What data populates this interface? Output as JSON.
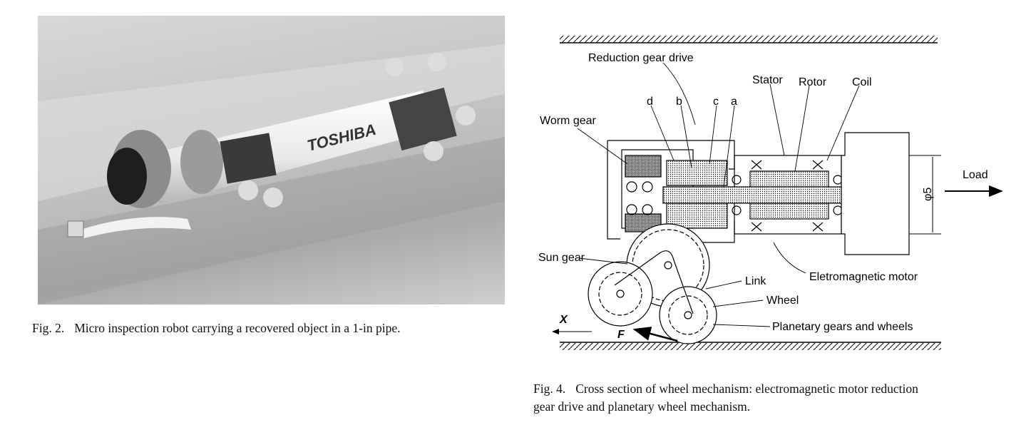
{
  "figure2": {
    "number": "Fig. 2.",
    "caption": "Micro inspection robot carrying a recovered object in a 1-in pipe.",
    "photo_logo_text": "TOSHIBA"
  },
  "figure4": {
    "number": "Fig. 4.",
    "caption_line1": "Cross section of wheel mechanism: electromagnetic motor reduction",
    "caption_line2": "gear drive and planetary wheel mechanism.",
    "labels": {
      "reduction_gear_drive": "Reduction gear drive",
      "d": "d",
      "b": "b",
      "c": "c",
      "a": "a",
      "worm_gear": "Worm gear",
      "stator": "Stator",
      "rotor": "Rotor",
      "coil": "Coil",
      "load": "Load",
      "diameter": "φ5",
      "sun_gear": "Sun gear",
      "link": "Link",
      "motor": "Eletromagnetic  motor",
      "wheel": "Wheel",
      "planetary": "Planetary gears and wheels",
      "x_axis": "X",
      "force": "F"
    }
  }
}
